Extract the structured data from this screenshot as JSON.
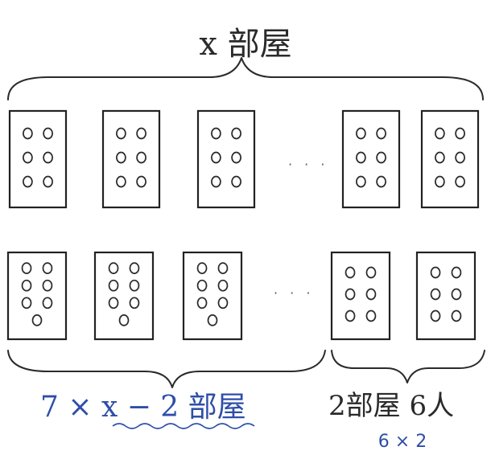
{
  "labels": {
    "top": "x 部屋",
    "bottom_left": "7 × x − 2 部屋",
    "bottom_right": "2部屋 6人",
    "bottom_right_formula": "6 × 2"
  },
  "ellipsis": "· · ·",
  "colors": {
    "ink": "#2a2a2a",
    "blue_ink": "#2e4ea8"
  },
  "top_row": {
    "rooms": [
      {
        "people": 6
      },
      {
        "people": 6
      },
      {
        "people": 6
      },
      {
        "people": 6
      },
      {
        "people": 6
      }
    ]
  },
  "bottom_row": {
    "rooms": [
      {
        "people": 7
      },
      {
        "people": 7
      },
      {
        "people": 7
      },
      {
        "people": 6
      },
      {
        "people": 6
      }
    ]
  }
}
